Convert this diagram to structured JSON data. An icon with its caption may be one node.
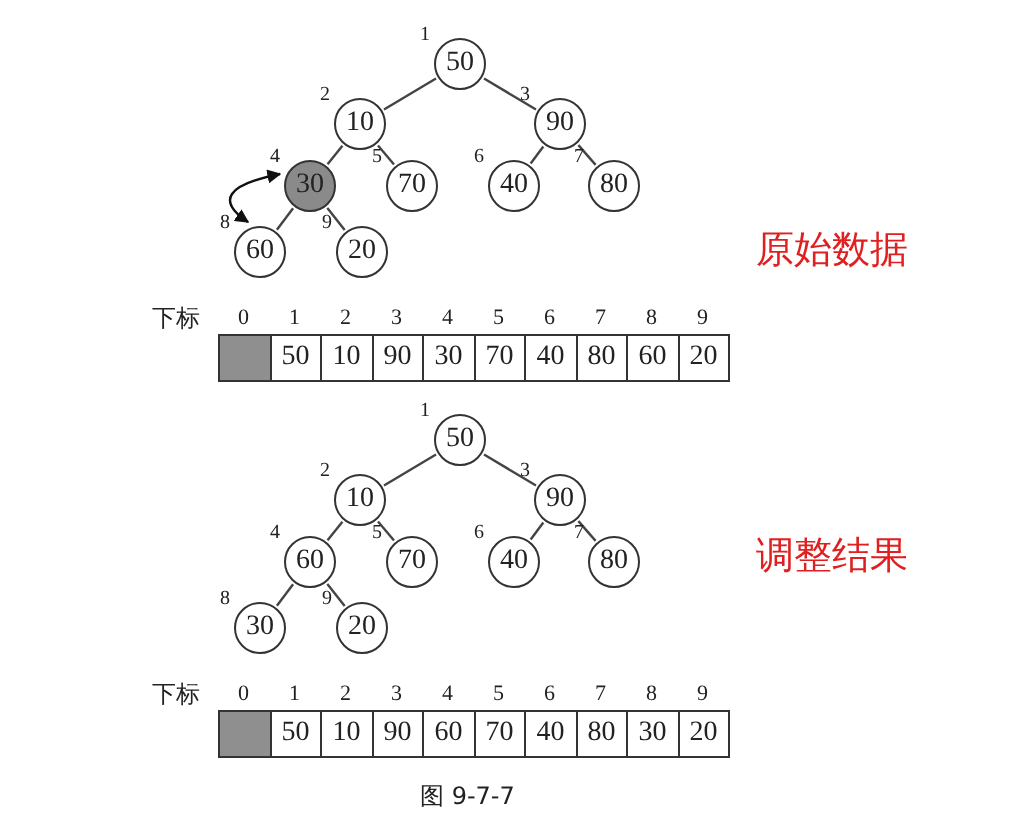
{
  "diagram": {
    "caption": "图 9-7-7",
    "nodes": [
      {
        "text": [
          "50"
        ],
        "beside": [
          "1"
        ]
      },
      {
        "text": [
          "10"
        ],
        "beside": [
          "2"
        ]
      },
      {
        "text": [
          "90"
        ],
        "beside": [
          "3"
        ]
      },
      {
        "text": [
          "30"
        ],
        "beside": [
          "4"
        ]
      },
      {
        "text": [
          "70"
        ],
        "beside": [
          "5"
        ]
      },
      {
        "text": [
          "40"
        ],
        "beside": [
          "6"
        ]
      },
      {
        "text": [
          "80"
        ],
        "beside": [
          "7"
        ]
      },
      {
        "text": [
          "60"
        ],
        "beside": [
          "8"
        ]
      },
      {
        "text": [
          "20"
        ],
        "beside": [
          "9"
        ]
      },
      {
        "text": [
          "50"
        ],
        "beside": [
          "1"
        ]
      },
      {
        "text": [
          "10"
        ],
        "beside": [
          "2"
        ]
      },
      {
        "text": [
          "90"
        ],
        "beside": [
          "3"
        ]
      },
      {
        "text": [
          "60"
        ],
        "beside": [
          "4"
        ]
      },
      {
        "text": [
          "70"
        ],
        "beside": [
          "5"
        ]
      },
      {
        "text": [
          "40"
        ],
        "beside": [
          "6"
        ]
      },
      {
        "text": [
          "80"
        ],
        "beside": [
          "7"
        ]
      },
      {
        "text": [
          "30"
        ],
        "beside": [
          "8"
        ]
      },
      {
        "text": [
          "20"
        ],
        "beside": [
          "9"
        ]
      }
    ],
    "edges": [
      {
        "from": 0,
        "to": 1,
        "arrow": "none"
      },
      {
        "from": 0,
        "to": 2,
        "arrow": "none"
      },
      {
        "from": 1,
        "to": 3,
        "arrow": "none"
      },
      {
        "from": 1,
        "to": 4,
        "arrow": "none"
      },
      {
        "from": 2,
        "to": 5,
        "arrow": "none"
      },
      {
        "from": 2,
        "to": 6,
        "arrow": "none"
      },
      {
        "from": 3,
        "to": 7,
        "arrow": "none"
      },
      {
        "from": 3,
        "to": 8,
        "arrow": "none"
      },
      {
        "from": 3,
        "to": 7,
        "arrow": "both"
      },
      {
        "from": 9,
        "to": 10,
        "arrow": "none"
      },
      {
        "from": 9,
        "to": 11,
        "arrow": "none"
      },
      {
        "from": 10,
        "to": 12,
        "arrow": "none"
      },
      {
        "from": 10,
        "to": 13,
        "arrow": "none"
      },
      {
        "from": 11,
        "to": 14,
        "arrow": "none"
      },
      {
        "from": 11,
        "to": 15,
        "arrow": "none"
      },
      {
        "from": 12,
        "to": 16,
        "arrow": "none"
      },
      {
        "from": 12,
        "to": 17,
        "arrow": "none"
      }
    ],
    "labels": [
      "原始数据",
      "下标",
      "0",
      "1",
      "2",
      "3",
      "4",
      "5",
      "6",
      "7",
      "8",
      "9",
      "50",
      "10",
      "90",
      "30",
      "70",
      "40",
      "80",
      "60",
      "20",
      "调整结果",
      "下标",
      "0",
      "1",
      "2",
      "3",
      "4",
      "5",
      "6",
      "7",
      "8",
      "9",
      "50",
      "10",
      "90",
      "60",
      "70",
      "40",
      "80",
      "30",
      "20"
    ]
  }
}
